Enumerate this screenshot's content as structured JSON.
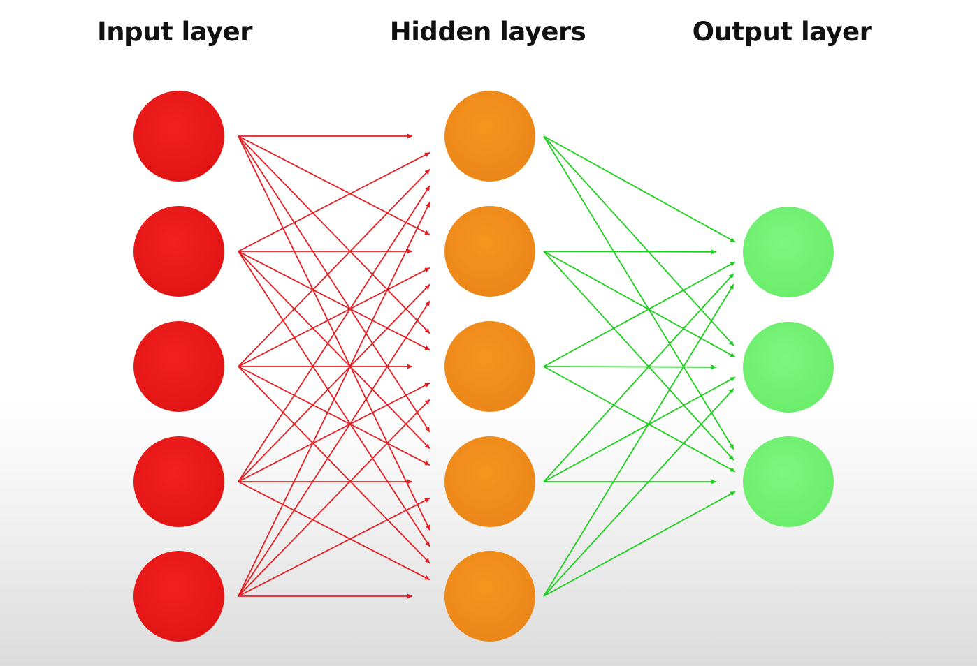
{
  "titles": {
    "input": "Input layer",
    "hidden": "Hidden layers",
    "output": "Output layer"
  },
  "network": {
    "input_nodes": 5,
    "hidden_nodes": 5,
    "output_nodes": 3,
    "colors": {
      "input_node": "#ee1a1a",
      "hidden_node": "#f28a1c",
      "output_node": "#74f274",
      "input_edge": "#e41e23",
      "output_edge": "#1ccf1c"
    }
  }
}
